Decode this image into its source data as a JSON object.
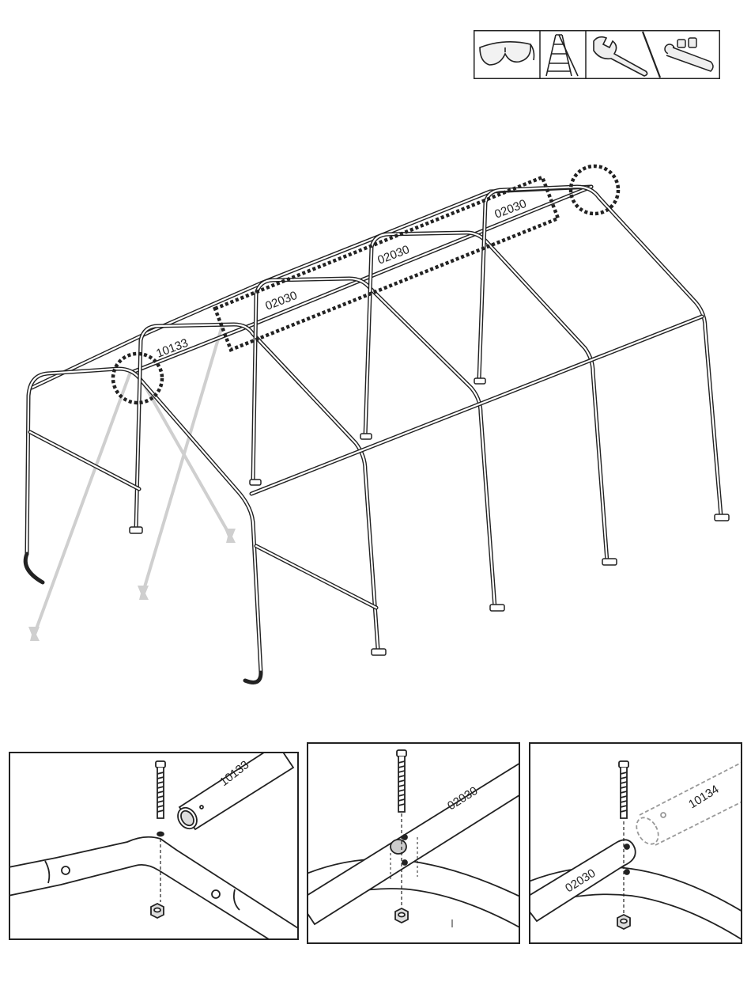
{
  "tools": {
    "items": [
      {
        "icon": "safety-glasses-icon"
      },
      {
        "icon": "step-ladder-icon"
      },
      {
        "icon": "adjustable-wrench-icon"
      },
      {
        "icon": "socket-wrench-icon"
      }
    ]
  },
  "frame": {
    "part_labels": {
      "ridge_front": "10133",
      "ridge_1": "02030",
      "ridge_2": "02030",
      "ridge_3": "02030"
    }
  },
  "details": {
    "front_joint": {
      "part": "10133"
    },
    "middle_joint": {
      "part": "02030"
    },
    "rear_joint": {
      "part_a": "02030",
      "part_b": "10134"
    }
  }
}
